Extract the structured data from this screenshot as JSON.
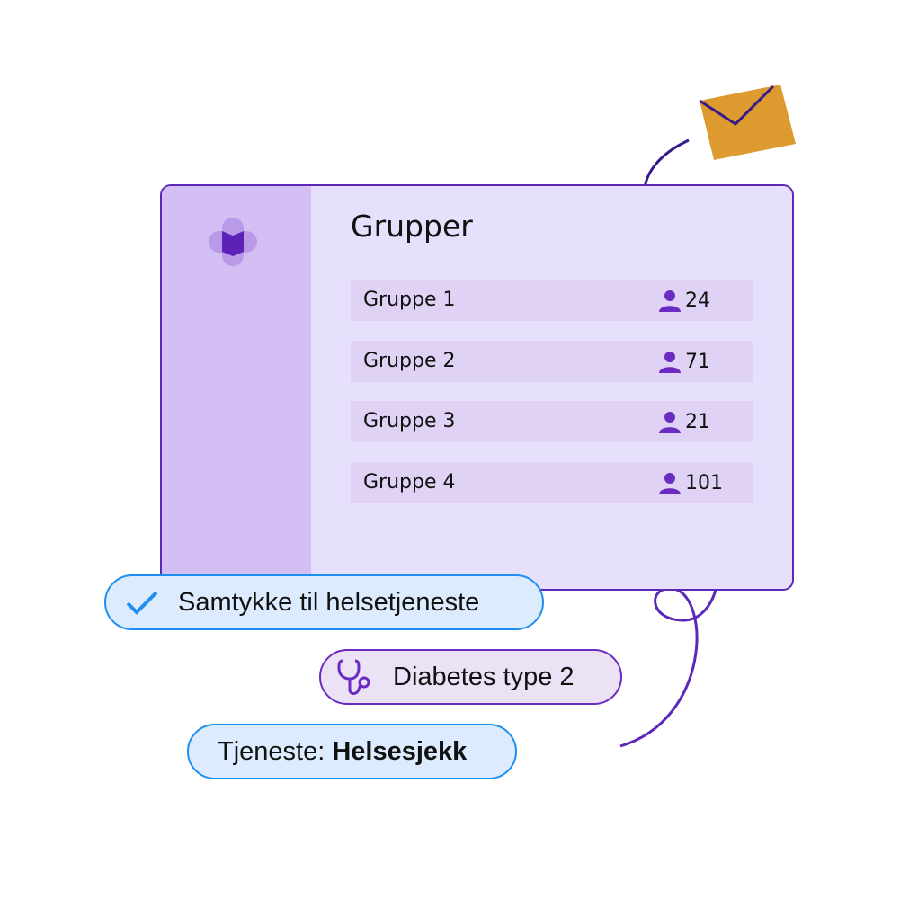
{
  "panel": {
    "title": "Grupper",
    "groups": [
      {
        "name": "Gruppe 1",
        "count": "24"
      },
      {
        "name": "Gruppe 2",
        "count": "71"
      },
      {
        "name": "Gruppe 3",
        "count": "21"
      },
      {
        "name": "Gruppe 4",
        "count": "101"
      }
    ]
  },
  "tags": {
    "consent": "Samtykke til helsetjeneste",
    "diagnosis": "Diabetes type 2",
    "service_label": "Tjeneste:",
    "service_value": "Helsesjekk"
  },
  "colors": {
    "accent": "#5b28b8",
    "blue": "#1f8ef1",
    "envelope": "#dd9a2e"
  }
}
